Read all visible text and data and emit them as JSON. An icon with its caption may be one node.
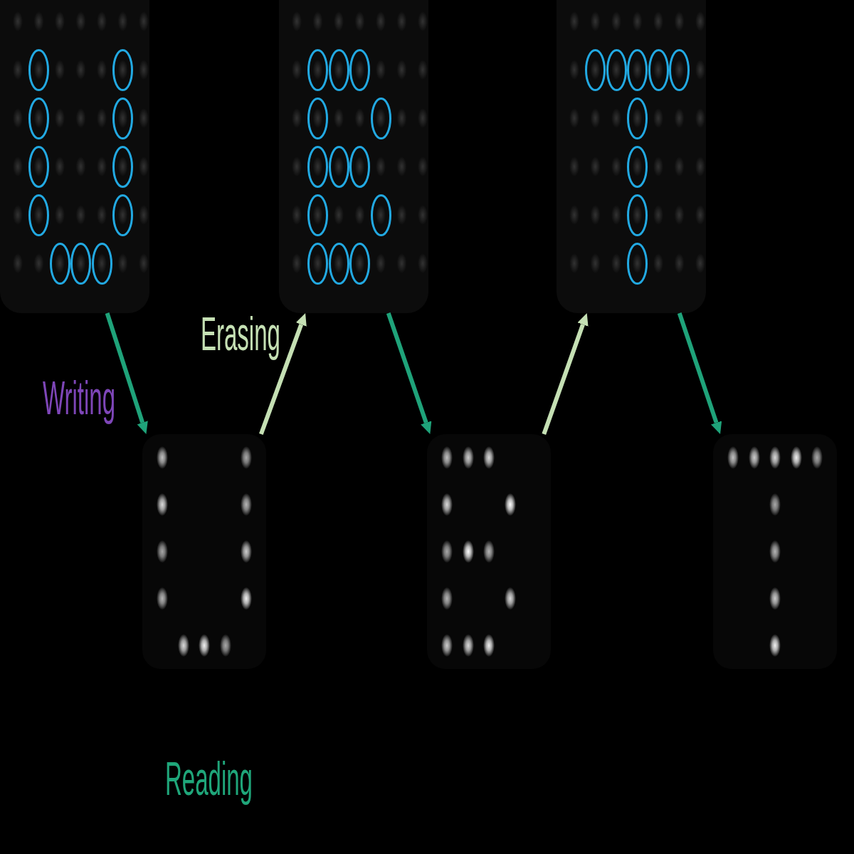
{
  "diagram": {
    "nodes": [
      {
        "text": [],
        "shape": "picture"
      },
      {
        "text": [],
        "shape": "picture"
      },
      {
        "text": [],
        "shape": "picture"
      },
      {
        "text": [],
        "shape": "picture"
      },
      {
        "text": [],
        "shape": "picture"
      },
      {
        "text": [],
        "shape": "picture"
      }
    ],
    "edges": [
      {
        "from": 0,
        "to": 3,
        "arrow": "to"
      },
      {
        "from": 3,
        "to": 1,
        "arrow": "to",
        "color": "#c5e0b4"
      },
      {
        "from": 1,
        "to": 4,
        "arrow": "to"
      },
      {
        "from": 4,
        "to": 2,
        "arrow": "to",
        "color": "#c5e0b4"
      },
      {
        "from": 2,
        "to": 5,
        "arrow": "to"
      }
    ],
    "labels": [
      "Writing",
      "Erasing",
      "Reading"
    ]
  }
}
